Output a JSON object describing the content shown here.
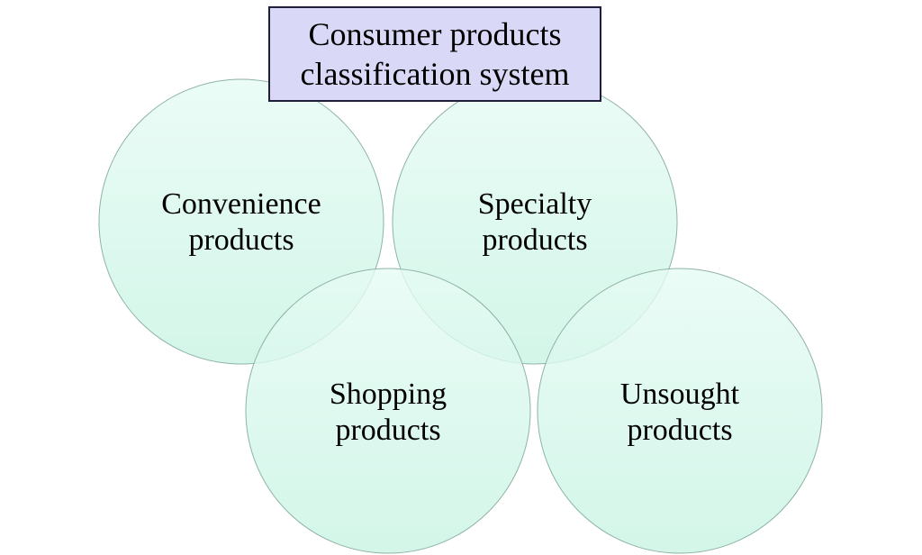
{
  "title": {
    "line1": "Consumer products",
    "line2": "classification system",
    "background_color": "#d9d9f7"
  },
  "circles": [
    {
      "line1": "Convenience",
      "line2": "products"
    },
    {
      "line1": "Specialty",
      "line2": "products"
    },
    {
      "line1": "Shopping",
      "line2": "products"
    },
    {
      "line1": "Unsought",
      "line2": "products"
    }
  ],
  "colors": {
    "circle_fill_top": "#e6fbf4",
    "circle_fill_bottom": "#c8f4e3",
    "circle_stroke": "#8fb3a6"
  }
}
